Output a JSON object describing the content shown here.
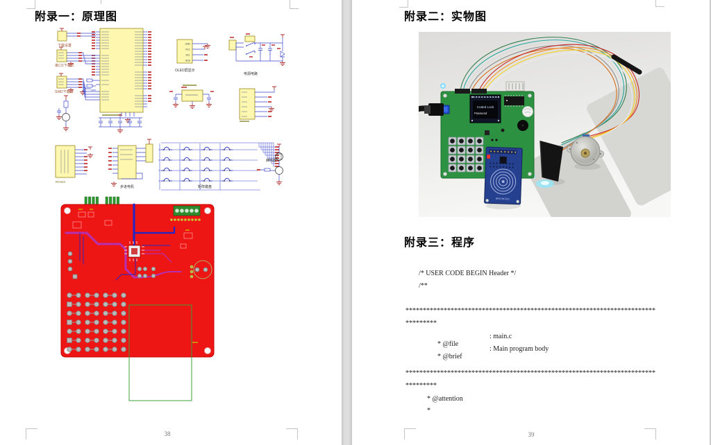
{
  "left_page": {
    "title": "附录一：原理图",
    "page_number": "38",
    "schematic": {
      "label_download": "下载设置",
      "label_uart": "串口1下载口",
      "label_swd": "SWD下载口",
      "label_oled": "OLED屏显示",
      "label_power": "电源电路",
      "label_stepper": "步进电机",
      "label_keypad": "矩阵键盘",
      "label_buzzer": "蜂鸣器",
      "label_rfid": "RC522",
      "oled_pins": [
        "GND",
        "VCC",
        "SCL",
        "SDA"
      ]
    }
  },
  "right_page": {
    "title_appendix2": "附录二：实物图",
    "title_appendix3": "附录三：程序",
    "page_number": "39",
    "photo": {
      "oled_line1": "Coded Lock",
      "oled_line2": "Password",
      "rfid_label": "RFID-RC522"
    },
    "code": {
      "header_open": "/* USER CODE BEGIN Header */",
      "comment_open": "/**",
      "stars_long": "************************************************************************",
      "stars_wrap": "*********",
      "file_key": "* @file",
      "file_val": ": main.c",
      "brief_key": "* @brief",
      "brief_val": ": Main program body",
      "attention_line": "* @attention",
      "star": "*"
    }
  },
  "palette": {
    "schematic_yellow": "#fdf7b0",
    "wire_blue": "#3a46c8",
    "net_label_red": "#c03030",
    "pcb_red": "#ee1515",
    "photo_pcb_green": "#2c9140",
    "rfid_module_blue": "#25408f",
    "page_gap_gray": "#dedede"
  }
}
